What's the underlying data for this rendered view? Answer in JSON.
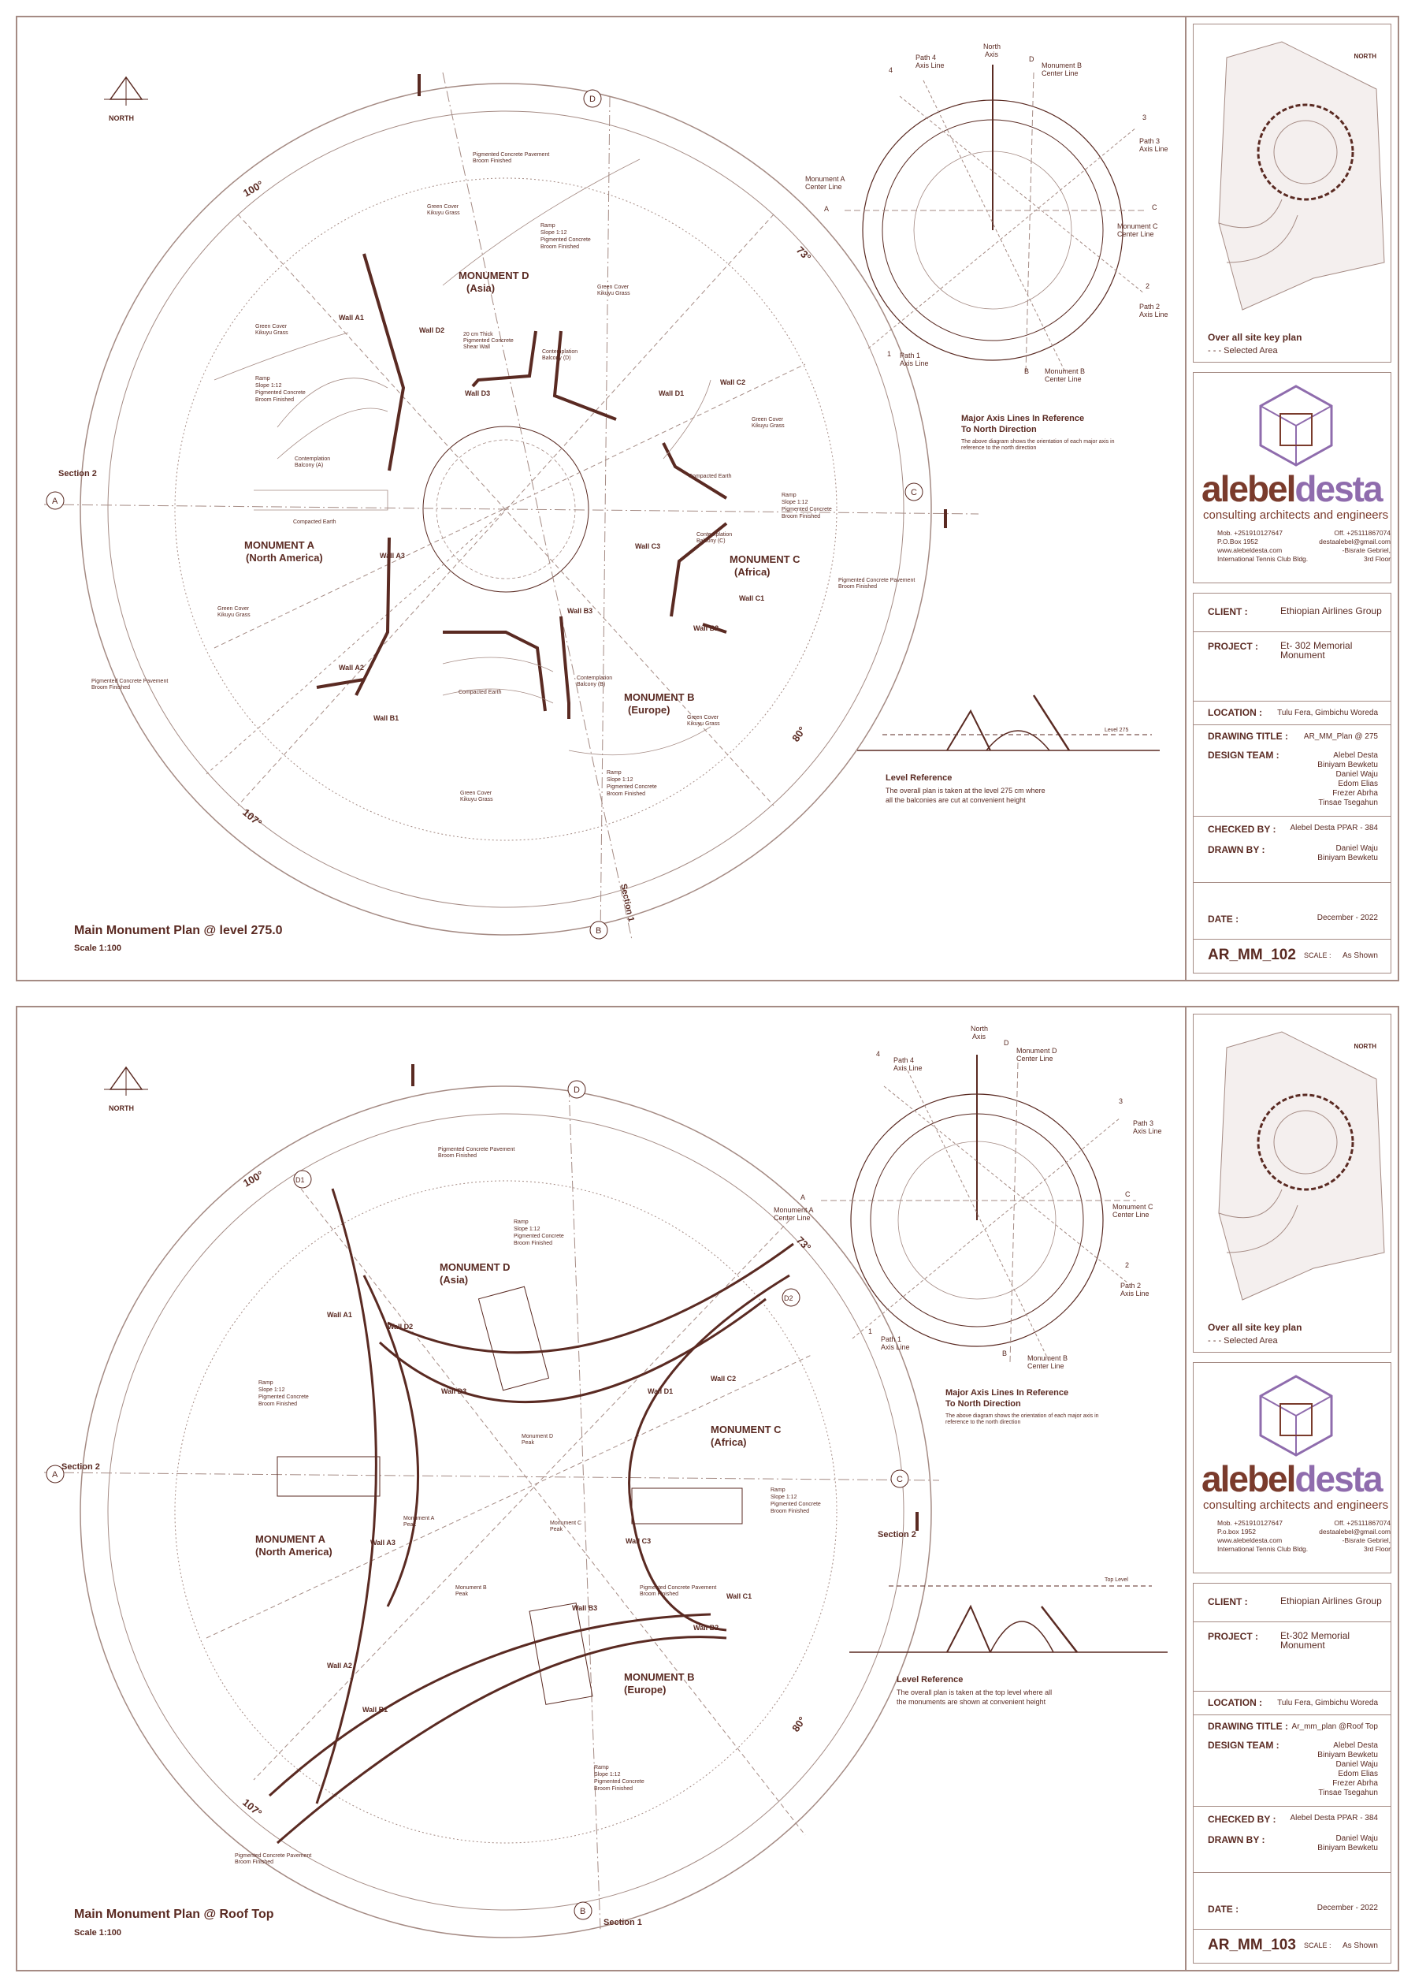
{
  "sheets": [
    {
      "title": "Main Monument Plan @ level 275.0",
      "scale": "Scale 1:100",
      "north": "NORTH",
      "axes": {
        "A": "A",
        "B": "B",
        "C": "C",
        "D": "D",
        "section1": "Section 1",
        "section2": "Section 2"
      },
      "angles": [
        "100°",
        "73°",
        "80°",
        "107°"
      ],
      "monuments": {
        "d": {
          "name": "MONUMENT D",
          "region": "(Asia)"
        },
        "a": {
          "name": "MONUMENT A",
          "region": "(North America)"
        },
        "c": {
          "name": "MONUMENT C",
          "region": "(Africa)"
        },
        "b": {
          "name": "MONUMENT B",
          "region": "(Europe)"
        }
      },
      "notes": {
        "pavement_top": [
          "Pigmented Concrete Pavement",
          "Broom Finished"
        ],
        "green_nw": [
          "Green Cover",
          "Kikuyu Grass"
        ],
        "ramp_n": [
          "Ramp",
          "Slope 1:12",
          "Pigmented Concrete",
          "Broom Finished"
        ],
        "green_ne": [
          "Green Cover",
          "Kikuyu Grass"
        ],
        "green_w": [
          "Green Cover",
          "Kikuyu Grass"
        ],
        "ramp_w": [
          "Ramp",
          "Slope 1:12",
          "Pigmented Concrete",
          "Broom Finished"
        ],
        "balcony_a": [
          "Contemplation",
          "Balcony (A)"
        ],
        "compacted_a": "Compacted Earth",
        "green_e": [
          "Green Cover",
          "Kikuyu Grass"
        ],
        "ramp_e": [
          "Ramp",
          "Slope 1:12",
          "Pigmented Concrete",
          "Broom Finished"
        ],
        "balcony_c": [
          "Contemplation",
          "Balcony (C)"
        ],
        "compacted_c": "Compacted Earth",
        "pavement_se": [
          "Pigmented Concrete Pavement",
          "Broom Finished"
        ],
        "green_sw": [
          "Green Cover",
          "Kikuyu Grass"
        ],
        "pavement_sw": [
          "Pigmented Concrete Pavement",
          "Broom Finished"
        ],
        "compacted_b": "Compacted Earth",
        "balcony_b": [
          "Contemplation",
          "Balcony (B)"
        ],
        "green_se": [
          "Green Cover",
          "Kikuyu Grass"
        ],
        "ramp_s": [
          "Ramp",
          "Slope 1:12",
          "Pigmented Concrete",
          "Broom Finished"
        ],
        "green_s": [
          "Green Cover",
          "Kikuyu Grass"
        ],
        "balcony_d": [
          "Contemplation",
          "Balcony (D)"
        ],
        "shear_d": [
          "20 cm Thick",
          "Pigmented Concrete",
          "Shear Wall"
        ]
      },
      "walls": {
        "a1": "Wall A1",
        "a2": "Wall A2",
        "a3": "Wall A3",
        "b1": "Wall B1",
        "b2": "Wall B2",
        "b3": "Wall B3",
        "c1": "Wall C1",
        "c2": "Wall C2",
        "c3": "Wall C3",
        "d1": "Wall D1",
        "d2": "Wall D2",
        "d3": "Wall D3"
      },
      "axis_diagram": {
        "north": [
          "North",
          "Axis"
        ],
        "path4": [
          "Path 4",
          "Axis Line"
        ],
        "monB_top": [
          "Monument B",
          "Center Line"
        ],
        "path3": [
          "Path 3",
          "Axis Line"
        ],
        "monA": [
          "Monument A",
          "Center Line"
        ],
        "monC": [
          "Monument C",
          "Center Line"
        ],
        "path2": [
          "Path 2",
          "Axis Line"
        ],
        "path1": [
          "Path 1",
          "Axis Line"
        ],
        "monB": [
          "Monument B",
          "Center Line"
        ],
        "heading": [
          "Major Axis Lines In Reference",
          "To North Direction"
        ],
        "desc": [
          "The above diagram shows the orientation of each major axis in",
          "reference to the north direction"
        ],
        "num1": "1",
        "num2": "2",
        "num3": "3",
        "num4": "4",
        "A": "A",
        "B": "B",
        "C": "C",
        "D": "D"
      },
      "level": {
        "label": "Level 275",
        "heading": "Level Reference",
        "desc": [
          "The overall plan is taken at the level 275 cm where",
          "all the balconies are cut at convenient height"
        ]
      },
      "keyplan": {
        "caption": "Over all site key plan",
        "selected": "Selected Area",
        "north": "NORTH"
      },
      "logo": {
        "name1": "alebel",
        "name2": "desta",
        "subtitle": "consulting architects and engineers",
        "contact_l": [
          "Mob. +251910127647",
          "P.O.Box 1952",
          "www.alebeldesta.com",
          "International Tennis Club Bldg."
        ],
        "contact_r": [
          "Off. +25111867074",
          "destaalebel@gmail.com",
          "-Bisrate Gebriel,",
          "3rd Floor"
        ]
      },
      "info": {
        "client_l": "CLIENT :",
        "client": "Ethiopian Airlines Group",
        "project_l": "PROJECT :",
        "project": "Et- 302  Memorial Monument",
        "location_l": "LOCATION :",
        "location": "Tulu Fera, Gimbichu Woreda",
        "drawing_l": "DRAWING TITLE :",
        "drawing": "AR_MM_Plan @ 275",
        "team_l": "DESIGN TEAM :",
        "team": [
          "Alebel Desta",
          "Biniyam Bewketu",
          "Daniel Waju",
          "Edom Elias",
          "Frezer Abrha",
          "Tinsae Tsegahun"
        ],
        "checked_l": "CHECKED BY :",
        "checked": "Alebel Desta PPAR - 384",
        "drawn_l": "DRAWN BY :",
        "drawn": [
          "Daniel Waju",
          "Biniyam Bewketu"
        ],
        "date_l": "DATE :",
        "date": "December - 2022",
        "sheet_no": "AR_MM_102",
        "scale_l": "SCALE :",
        "scale": "As Shown"
      }
    },
    {
      "title": "Main Monument Plan @ Roof Top",
      "scale": "Scale 1:100",
      "north": "NORTH",
      "axes": {
        "A": "A",
        "B": "B",
        "C": "C",
        "D": "D",
        "section1": "Section 1",
        "section2": "Section 2"
      },
      "angles": [
        "100°",
        "73°",
        "80°",
        "107°"
      ],
      "monuments": {
        "d": {
          "name": "MONUMENT D",
          "region": "(Asia)"
        },
        "a": {
          "name": "MONUMENT A",
          "region": "(North America)"
        },
        "c": {
          "name": "MONUMENT C",
          "region": "(Africa)"
        },
        "b": {
          "name": "MONUMENT B",
          "region": "(Europe)"
        }
      },
      "notes": {
        "pavement_top": [
          "Pigmented Concrete Pavement",
          "Broom Finished"
        ],
        "ramp_n": [
          "Ramp",
          "Slope 1:12",
          "Pigmented Concrete",
          "Broom Finished"
        ],
        "ramp_w": [
          "Ramp",
          "Slope 1:12",
          "Pigmented Concrete",
          "Broom Finished"
        ],
        "ramp_e": [
          "Ramp",
          "Slope 1:12",
          "Pigmented Concrete",
          "Broom Finished"
        ],
        "ramp_s": [
          "Ramp",
          "Slope 1:12",
          "Pigmented Concrete",
          "Broom Finished"
        ],
        "peak_a": [
          "Monument A",
          "Peak"
        ],
        "peak_b": [
          "Monument B",
          "Peak"
        ],
        "peak_c": [
          "Monument C",
          "Peak"
        ],
        "peak_d": [
          "Monument D",
          "Peak"
        ],
        "pavement_sw": [
          "Pigmented Concrete Pavement",
          "Broom Finished"
        ],
        "pavement_se": [
          "Pigmented Concrete Pavement",
          "Broom Finished"
        ]
      },
      "walls": {
        "a1": "Wall A1",
        "a2": "Wall A2",
        "a3": "Wall A3",
        "b1": "Wall B1",
        "b2": "Wall B2",
        "b3": "Wall B3",
        "c1": "Wall C1",
        "c2": "Wall C2",
        "c3": "Wall C3",
        "d1": "Wall D1",
        "d2": "Wall D2",
        "d3": "Wall D3",
        "d1_top": "D1",
        "d2_top": "D2"
      },
      "axis_diagram": {
        "north": [
          "North",
          "Axis"
        ],
        "path4": [
          "Path 4",
          "Axis Line"
        ],
        "monD": [
          "Monument D",
          "Center Line"
        ],
        "path3": [
          "Path 3",
          "Axis Line"
        ],
        "monA": [
          "Monument A",
          "Center Line"
        ],
        "monC": [
          "Monument C",
          "Center Line"
        ],
        "path2": [
          "Path 2",
          "Axis Line"
        ],
        "path1": [
          "Path 1",
          "Axis Line"
        ],
        "monB": [
          "Monument B",
          "Center Line"
        ],
        "heading": [
          "Major Axis Lines In Reference",
          "To North Direction"
        ],
        "desc": [
          "The above diagram shows the orientation of each major axis in",
          "reference to the north direction"
        ],
        "num1": "1",
        "num2": "2",
        "num3": "3",
        "num4": "4",
        "A": "A",
        "B": "B",
        "C": "C",
        "D": "D"
      },
      "level": {
        "label": "Top Level",
        "heading": "Level Reference",
        "desc": [
          "The overall plan is taken at the top level where all",
          "the monuments are shown at convenient height"
        ]
      },
      "keyplan": {
        "caption": "Over all site key plan",
        "selected": "Selected Area",
        "north": "NORTH"
      },
      "logo": {
        "name1": "alebel",
        "name2": "desta",
        "subtitle": "consulting architects and engineers",
        "contact_l": [
          "Mob. +251910127647",
          "P.o.box  1952",
          "www.alebeldesta.com",
          "International Tennis Club Bldg."
        ],
        "contact_r": [
          "Off. +25111867074",
          "destaalebel@gmail.com",
          "-Bisrate Gebriel,",
          "3rd Floor"
        ]
      },
      "info": {
        "client_l": "CLIENT :",
        "client": "Ethiopian Airlines Group",
        "project_l": "PROJECT :",
        "project": "Et-302  Memorial Monument",
        "location_l": "LOCATION :",
        "location": "Tulu Fera, Gimbichu Woreda",
        "drawing_l": "DRAWING TITLE :",
        "drawing": "Ar_mm_plan @Roof Top",
        "team_l": "DESIGN TEAM :",
        "team": [
          "Alebel Desta",
          "Biniyam Bewketu",
          "Daniel Waju",
          "Edom Elias",
          "Frezer Abrha",
          "Tinsae Tsegahun"
        ],
        "checked_l": "CHECKED BY :",
        "checked": "Alebel Desta PPAR - 384",
        "drawn_l": "DRAWN BY :",
        "drawn": [
          "Daniel Waju",
          "Biniyam Bewketu"
        ],
        "date_l": "DATE :",
        "date": "December - 2022",
        "sheet_no": "AR_MM_103",
        "scale_l": "SCALE :",
        "scale": "As Shown"
      }
    }
  ],
  "colors": {
    "line": "#5a2a22",
    "light": "#a58b84",
    "logo_brown": "#7a3b2c",
    "logo_purple": "#8f6cad"
  }
}
